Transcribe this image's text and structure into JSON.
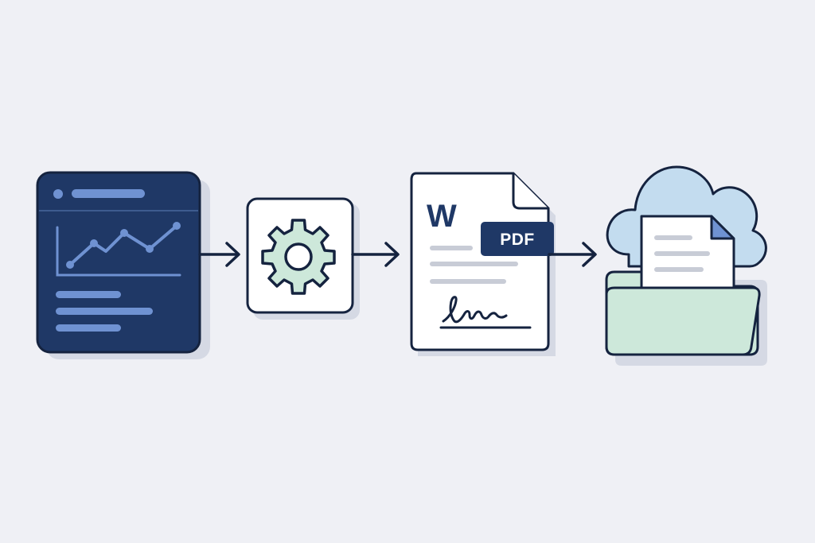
{
  "diagram": {
    "colors": {
      "background": "#eff0f5",
      "navy": "#1f3866",
      "outline": "#15233f",
      "accent_blue": "#6f92d2",
      "mint": "#cde8da",
      "cloud_blue": "#c3dcef",
      "gray_line": "#c8ccd6",
      "white": "#ffffff"
    },
    "steps": [
      {
        "id": "dashboard",
        "icon": "dashboard-chart-icon"
      },
      {
        "id": "process",
        "icon": "gear-icon"
      },
      {
        "id": "document",
        "icon": "signed-document-icon",
        "word_letter": "W",
        "badge": "PDF"
      },
      {
        "id": "storage",
        "icon": "cloud-folder-icon"
      }
    ],
    "connectors": [
      {
        "from": "dashboard",
        "to": "process",
        "icon": "arrow-right-icon"
      },
      {
        "from": "process",
        "to": "document",
        "icon": "arrow-right-icon"
      },
      {
        "from": "document",
        "to": "storage",
        "icon": "arrow-right-icon"
      }
    ]
  }
}
